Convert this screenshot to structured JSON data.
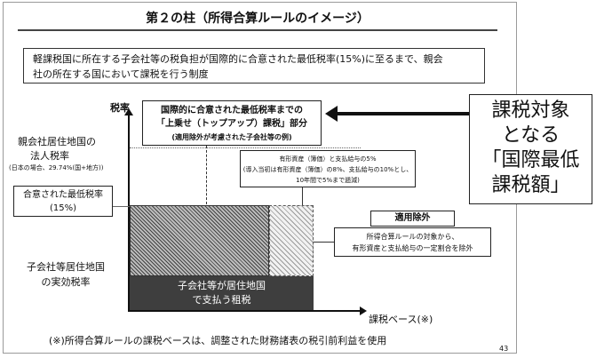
{
  "title": "第２の柱（所得合算ルールのイメージ）",
  "intro": {
    "line1": "軽課税国に所在する子会社等の税負担が国際的に合意された最低税率(15%)に至るまで、親会",
    "line2": "社の所在する国において課税を行う制度"
  },
  "axes": {
    "y_label": "税率",
    "x_label": "課税ベース(※)"
  },
  "labels": {
    "parent_rate_title1": "親会社居住地国の",
    "parent_rate_title2": "法人税率",
    "parent_rate_note": "(日本の場合、29.74%(国+地方))",
    "min_rate1": "合意された最低税率",
    "min_rate2": "(15%)",
    "sub_rate1": "子会社等居住地国",
    "sub_rate2": "の実効税率"
  },
  "topup": {
    "line1": "国際的に合意された最低税率までの",
    "line2": "「上乗せ（トップアップ）課税」部分",
    "line3": "(適用除外が考慮された子会社等の例)"
  },
  "tangible": {
    "line1": "有形資産（簿価）と支払給与の5%",
    "line2": "(導入当初は有形資産（簿価）の8%、支払給与の10%とし、",
    "line3": "10年間で5%まで逓減)"
  },
  "exclusion": {
    "label": "適用除外",
    "line1": "所得合算ルールの対象から、",
    "line2": "有形資産と支払給与の一定割合を除外"
  },
  "base_block": {
    "line1": "子会社等が居住地国",
    "line2": "で支払う租税"
  },
  "footnote": "(※)所得合算ルールの課税ベースは、調整された財務諸表の税引前利益を使用",
  "page_number": "43",
  "callout": {
    "line1": "課税対象",
    "line2": "となる",
    "line3": "「国際最低",
    "line4": "課税額」"
  }
}
